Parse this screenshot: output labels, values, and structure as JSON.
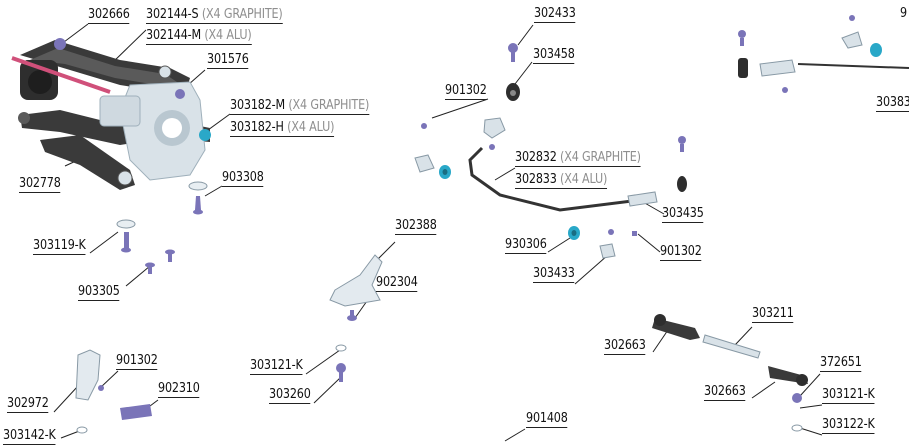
{
  "parts": {
    "p302666": "302666",
    "p302144s": "302144-S",
    "p302144s_var": "(X4 GRAPHITE)",
    "p302144m": "302144-M",
    "p302144m_var": "(X4 ALU)",
    "p301576": "301576",
    "p303182m": "303182-M",
    "p303182m_var": "(X4 GRAPHITE)",
    "p303182h": "303182-H",
    "p303182h_var": "(X4 ALU)",
    "p302778": "302778",
    "p903308": "903308",
    "p303119k": "303119-K",
    "p903305": "903305",
    "p302433": "302433",
    "p303458": "303458",
    "p901302a": "901302",
    "p302832": "302832",
    "p302832_var": "(X4 GRAPHITE)",
    "p302833": "302833",
    "p302833_var": "(X4 ALU)",
    "p303435": "303435",
    "p930306": "930306",
    "p901302b": "901302",
    "p303433": "303433",
    "p302388": "302388",
    "p902304": "902304",
    "p303121k_a": "303121-K",
    "p303260": "303260",
    "p302972": "302972",
    "p901302c": "901302",
    "p902310": "902310",
    "p303142k": "303142-K",
    "p901408": "901408",
    "p303211": "303211",
    "p302663a": "302663",
    "p302663b": "302663",
    "p372651": "372651",
    "p303121k_b": "303121-K",
    "p303122k": "303122-K",
    "p9_cut": "9",
    "p3038_cut": "30383"
  },
  "colors": {
    "carbon": "#3a3a3a",
    "alu": "#d9e2e8",
    "screw": "#7a74b8",
    "blue_part": "#29a8c8",
    "pink_rod": "#d0507a",
    "wire": "#333333"
  }
}
